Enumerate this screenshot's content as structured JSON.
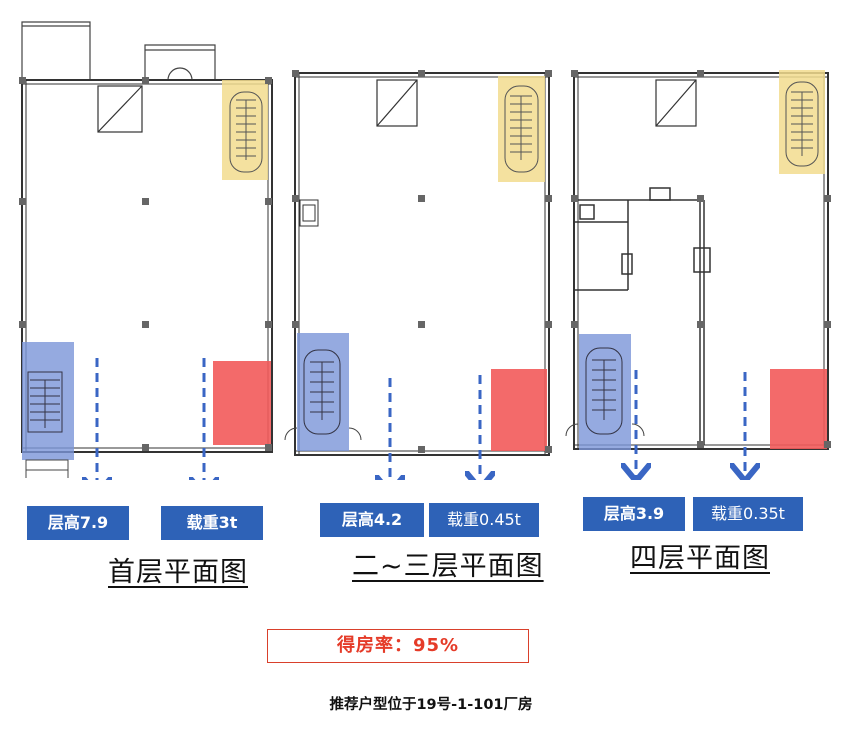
{
  "plans": [
    {
      "title": "首层平面图",
      "height_label": "层高7.9",
      "load_label": "载重3t"
    },
    {
      "title": "二~三层平面图",
      "height_label": "层高4.2",
      "load_label": "载重0.45t"
    },
    {
      "title": "四层平面图",
      "height_label": "层高3.9",
      "load_label": "载重0.35t"
    }
  ],
  "occupancy_ratio": "得房率：95%",
  "footer": "推荐户型位于19号-1-101厂房",
  "colors": {
    "stair_highlight": "#f2dc8e",
    "elevator_highlight": "#7a95d8",
    "loading_zone": "#f25a5a",
    "label_background": "#2e62b7",
    "arrow": "#3a66c4",
    "ratio_text": "#e53b28"
  }
}
